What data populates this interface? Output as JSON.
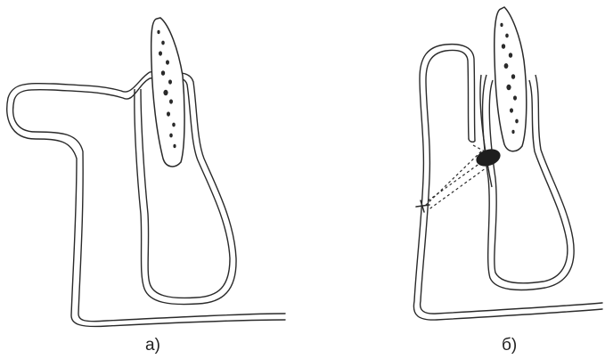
{
  "figure": {
    "panels": [
      {
        "id": "a",
        "caption": "а)"
      },
      {
        "id": "b",
        "caption": "б)"
      }
    ],
    "colors": {
      "line": "#2a2a2a",
      "fill": "#ffffff",
      "mark": "#1e1e1e"
    }
  }
}
